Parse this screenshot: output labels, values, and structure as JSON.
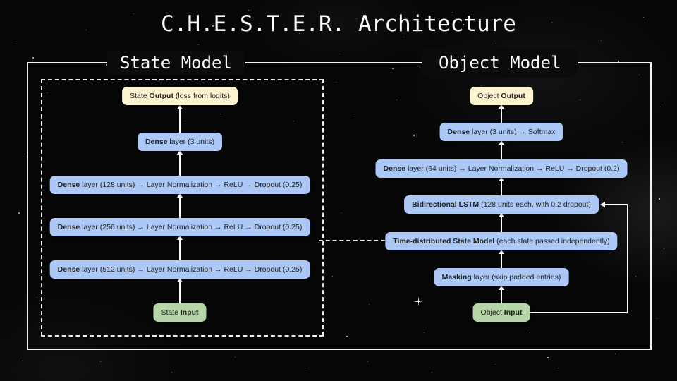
{
  "title": "C.H.E.S.T.E.R. Architecture",
  "colors": {
    "node_blue": "#abc8f7",
    "node_cream": "#fdf3cf",
    "node_green": "#b6d6a8",
    "node_text": "#1f1f1f",
    "line": "#ffffff"
  },
  "state_model": {
    "label": "State Model",
    "nodes": [
      {
        "pre": "State ",
        "bold": "Output",
        "post": " (loss from logits)"
      },
      {
        "pre": "",
        "bold": "Dense",
        "post": " layer (3 units)"
      },
      {
        "pre": "",
        "bold": "Dense",
        "post": " layer (128 units) → Layer Normalization → ReLU → Dropout (0.25)"
      },
      {
        "pre": "",
        "bold": "Dense",
        "post": " layer (256 units) → Layer Normalization → ReLU → Dropout (0.25)"
      },
      {
        "pre": "",
        "bold": "Dense",
        "post": " layer (512 units) → Layer Normalization → ReLU → Dropout (0.25)"
      },
      {
        "pre": "State ",
        "bold": "Input",
        "post": ""
      }
    ]
  },
  "object_model": {
    "label": "Object Model",
    "nodes": [
      {
        "pre": "Object ",
        "bold": "Output",
        "post": ""
      },
      {
        "pre": "",
        "bold": "Dense",
        "post": " layer (3 units) → Softmax"
      },
      {
        "pre": "",
        "bold": "Dense",
        "post": " layer (64 units) → Layer Normalization → ReLU → Dropout (0.2)"
      },
      {
        "pre": "",
        "bold": "Bidirectional LSTM",
        "post": " (128 units each, with 0.2 dropout)"
      },
      {
        "pre": "",
        "bold": "Time-distributed State Model",
        "post": " (each state passed independently)"
      },
      {
        "pre": "",
        "bold": "Masking",
        "post": " layer (skip padded entries)"
      },
      {
        "pre": "Object ",
        "bold": "Input",
        "post": ""
      }
    ]
  }
}
